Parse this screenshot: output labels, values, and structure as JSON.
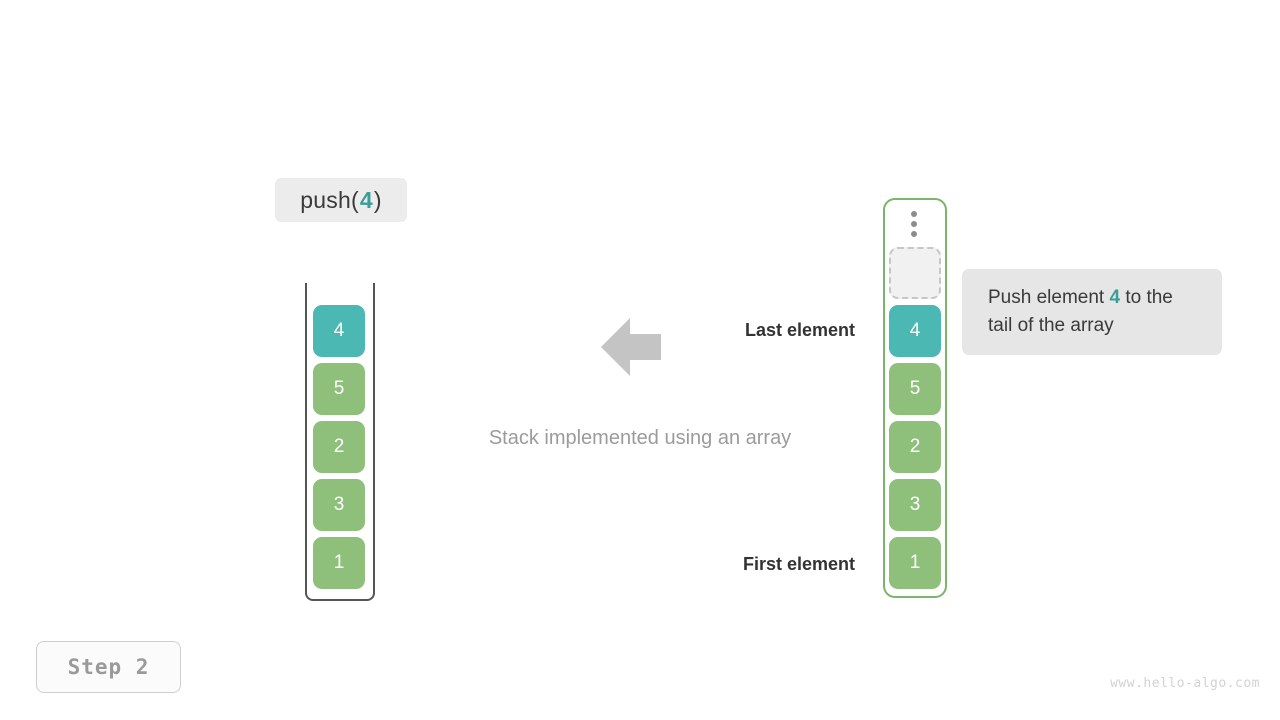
{
  "operation": {
    "prefix": "push(",
    "value": "4",
    "suffix": ")"
  },
  "caption": "Stack implemented using an array",
  "annotations": {
    "last_element": "Last element",
    "first_element": "First element",
    "arrow_icon": "arrow-left-icon"
  },
  "stack": {
    "name": "stack-visualization",
    "cells": [
      {
        "value": "4",
        "state": "new"
      },
      {
        "value": "5",
        "state": "existing"
      },
      {
        "value": "2",
        "state": "existing"
      },
      {
        "value": "3",
        "state": "existing"
      },
      {
        "value": "1",
        "state": "existing"
      }
    ]
  },
  "array": {
    "name": "array-visualization",
    "ellipsis_icon": "vertical-ellipsis-icon",
    "empty_slot_label": "",
    "cells": [
      {
        "value": "4",
        "state": "new"
      },
      {
        "value": "5",
        "state": "existing"
      },
      {
        "value": "2",
        "state": "existing"
      },
      {
        "value": "3",
        "state": "existing"
      },
      {
        "value": "1",
        "state": "existing"
      }
    ]
  },
  "tooltip": {
    "text_before": "Push element ",
    "value": "4",
    "text_after": " to the tail of the array"
  },
  "footer": {
    "step_label": "Step 2",
    "watermark": "www.hello-algo.com"
  },
  "colors": {
    "new_element": "#4cb8b3",
    "existing_element": "#8ec07c",
    "array_border": "#79b56a",
    "accent_text": "#3a9e96",
    "caption_text": "#9b9b9b"
  }
}
